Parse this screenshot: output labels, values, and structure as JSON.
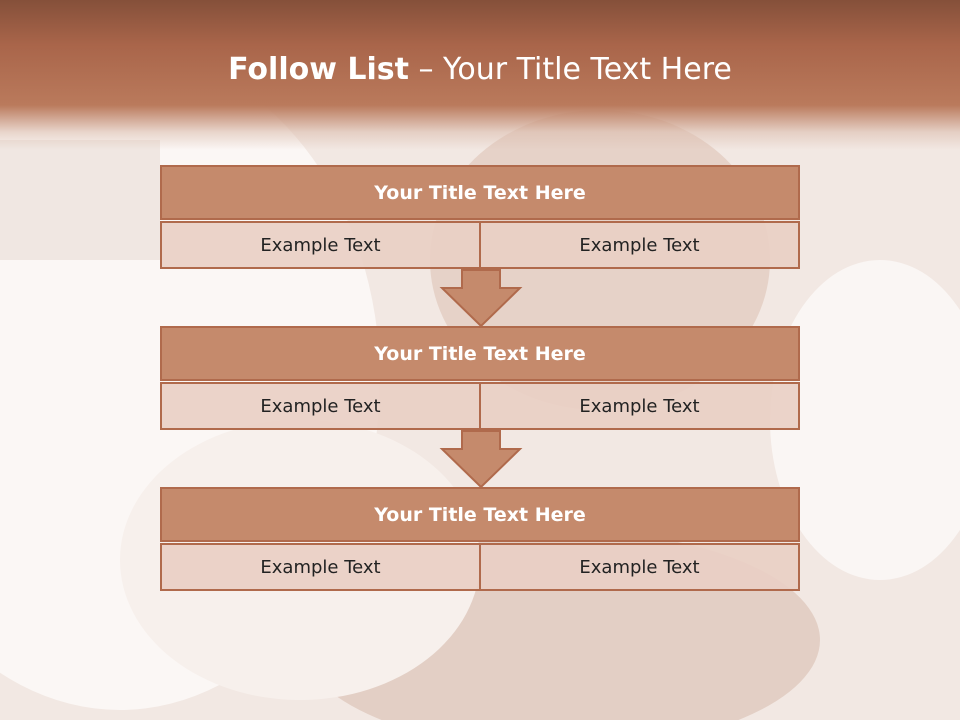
{
  "slide": {
    "title_bold": "Follow List",
    "title_rest": " – Your Title Text Here"
  },
  "blocks": [
    {
      "title": "Your Title Text Here",
      "left": "Example Text",
      "right": "Example Text"
    },
    {
      "title": "Your Title Text Here",
      "left": "Example Text",
      "right": "Example Text"
    },
    {
      "title": "Your Title Text Here",
      "left": "Example Text",
      "right": "Example Text"
    }
  ],
  "colors": {
    "header_band": "#b06a4c",
    "block_head": "#c58a6c",
    "block_border": "#b06a4c",
    "cell_fill": "#e9cfc4"
  },
  "icons": [
    "down-arrow-icon",
    "down-arrow-icon"
  ]
}
